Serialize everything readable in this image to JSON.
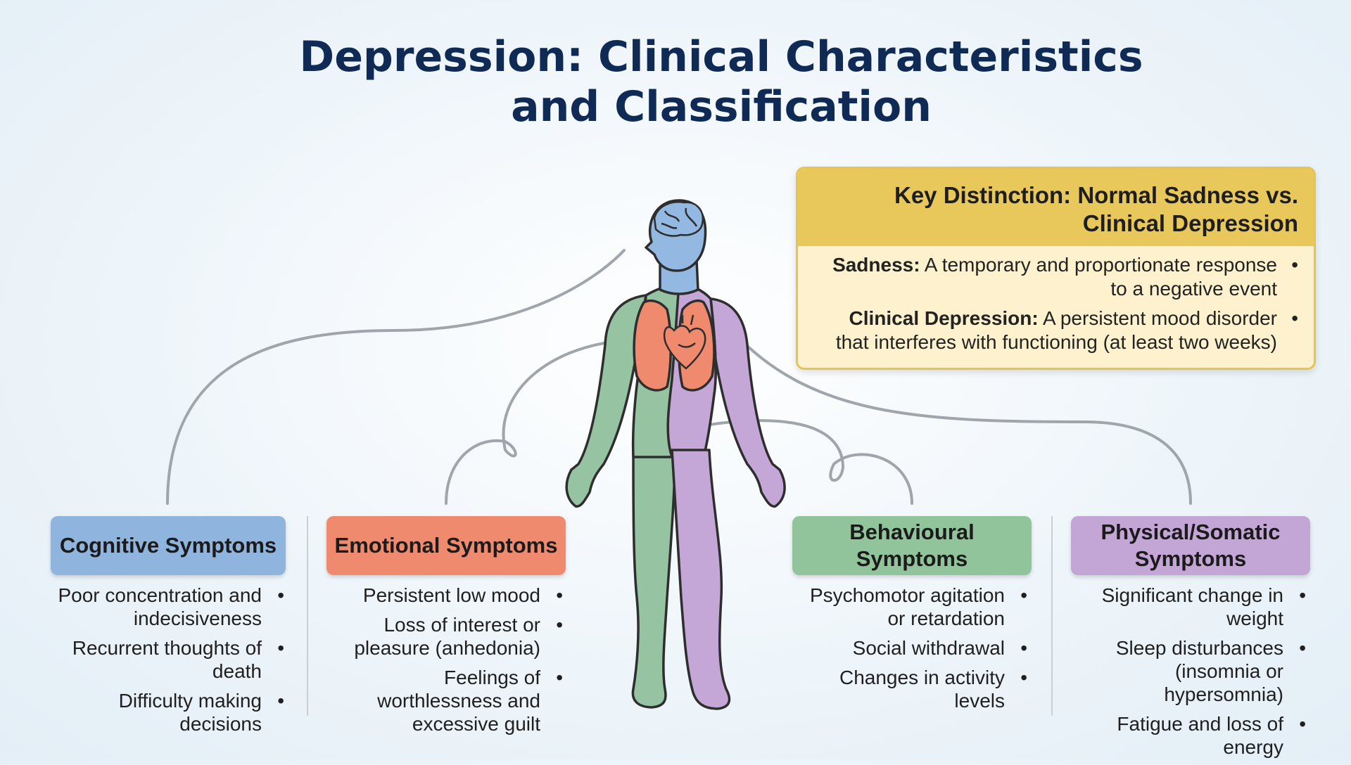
{
  "title": "Depression: Clinical Characteristics and Classification",
  "key_distinction": {
    "heading": "Key Distinction: Normal Sadness vs. Clinical Depression",
    "items": [
      {
        "term": "Sadness:",
        "text": "A temporary and proportionate response to a negative event"
      },
      {
        "term": "Clinical Depression:",
        "text": "A persistent mood disorder that interferes with functioning (at least two weeks)"
      }
    ]
  },
  "categories": [
    {
      "label": "Cognitive Symptoms",
      "color": "#8fb5de",
      "items": [
        "Poor concentration and indecisiveness",
        "Recurrent thoughts of death",
        "Difficulty making decisions"
      ]
    },
    {
      "label": "Emotional Symptoms",
      "color": "#ef8a6e",
      "items": [
        "Persistent low mood",
        "Loss of interest or pleasure (anhedonia)",
        "Feelings of worthlessness and excessive guilt"
      ]
    },
    {
      "label": "Behavioural Symptoms",
      "color": "#92c49c",
      "items": [
        "Psychomotor agitation or retardation",
        "Social withdrawal",
        "Changes in activity levels"
      ]
    },
    {
      "label": "Physical/Somatic Symptoms",
      "color": "#c3a6d6",
      "items": [
        "Significant change in weight",
        "Sleep disturbances (insomnia or hypersomnia)",
        "Fatigue and loss of energy"
      ]
    }
  ],
  "colors": {
    "title": "#0f2a55",
    "key_header": "#e8c75b",
    "key_body": "#fdf2cd",
    "connector": "#9fa5aa",
    "body_outline": "#2e2e2e"
  },
  "icons": [
    "brain-icon",
    "heart-icon",
    "human-body-figure"
  ]
}
